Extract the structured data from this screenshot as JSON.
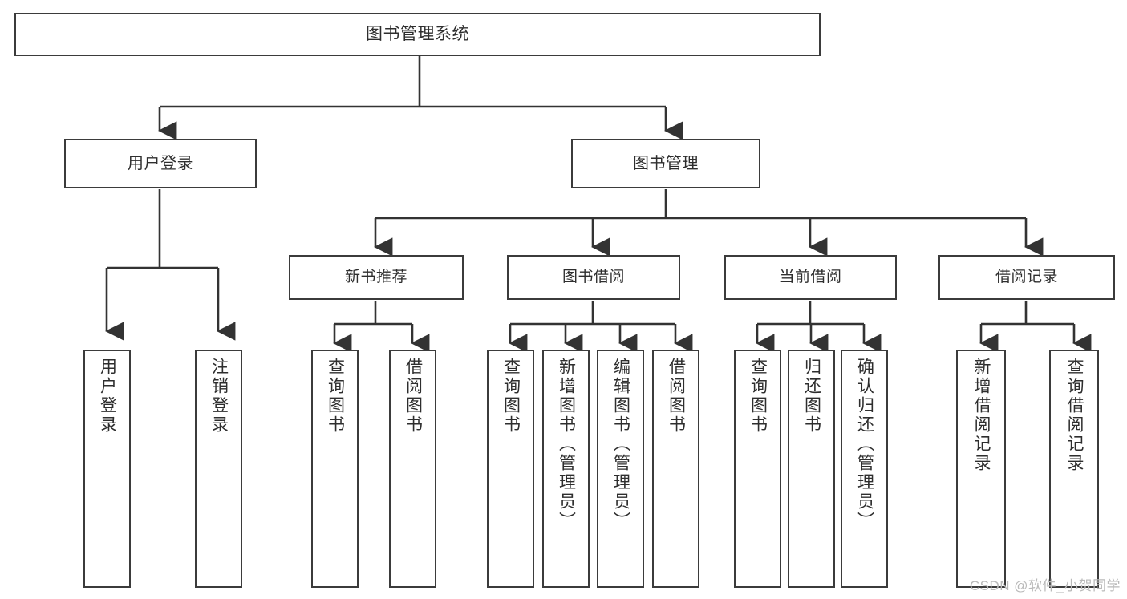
{
  "diagram": {
    "title": "图书管理系统",
    "type": "tree-hierarchy",
    "root": {
      "label": "图书管理系统"
    },
    "level1": [
      {
        "label": "用户登录"
      },
      {
        "label": "图书管理"
      }
    ],
    "level2": [
      {
        "label": "新书推荐"
      },
      {
        "label": "图书借阅"
      },
      {
        "label": "当前借阅"
      },
      {
        "label": "借阅记录"
      }
    ],
    "leaves": {
      "user_login": [
        {
          "label": "用户登录"
        },
        {
          "label": "注销登录"
        }
      ],
      "new_book_recommend": [
        {
          "label": "查询图书"
        },
        {
          "label": "借阅图书"
        }
      ],
      "book_borrow": [
        {
          "label": "查询图书"
        },
        {
          "label": "新增图书（管理员）"
        },
        {
          "label": "编辑图书（管理员）"
        },
        {
          "label": "借阅图书"
        }
      ],
      "current_borrow": [
        {
          "label": "查询图书"
        },
        {
          "label": "归还图书"
        },
        {
          "label": "确认归还（管理员）"
        }
      ],
      "borrow_record": [
        {
          "label": "新增借阅记录"
        },
        {
          "label": "查询借阅记录"
        }
      ]
    }
  },
  "watermark": {
    "text": "CSDN @软件_小贺同学"
  },
  "colors": {
    "border": "#3b3b3b",
    "text": "#2e2e2e",
    "background": "#ffffff",
    "connector": "#333333",
    "watermark": "#b9b9b9"
  }
}
